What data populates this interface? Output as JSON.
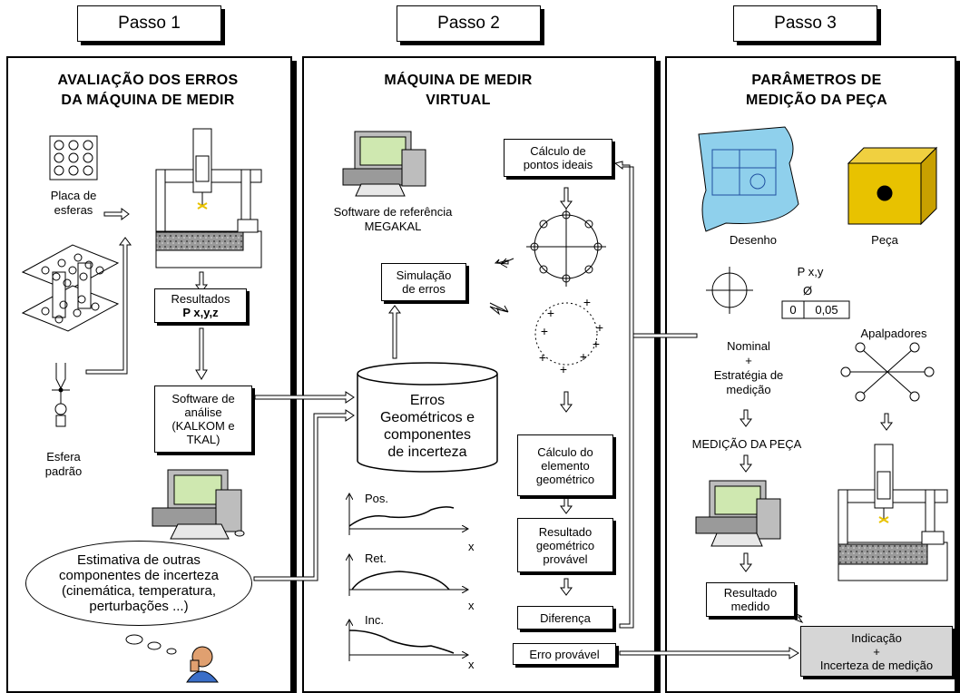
{
  "steps": [
    "Passo 1",
    "Passo 2",
    "Passo 3"
  ],
  "panel1": {
    "title_line1": "AVALIAÇÃO DOS ERROS",
    "title_line2": "DA MÁQUINA DE MEDIR",
    "placa_label": "Placa de\nesferas",
    "esfera_label": "Esfera\npadrão",
    "resultados_line1": "Resultados",
    "resultados_line2": "P  x,y,z",
    "software_label": "Software de\nanálise\n(KALKOM e\nTKAL)",
    "estimativa_label": "Estimativa de outras\ncomponentes de incerteza\n(cinemática, temperatura,\nperturbações ...)"
  },
  "panel2": {
    "title_line1": "MÁQUINA DE MEDIR",
    "title_line2": "VIRTUAL",
    "software_ref": "Software de referência\nMEGAKAL",
    "calc_pontos": "Cálculo de\npontos ideais",
    "simulacao": "Simulação\nde erros",
    "erros": "Erros\nGeométricos e\ncomponentes\nde incerteza",
    "calc_elemento": "Cálculo do\nelemento\ngeométrico",
    "resultado_geom": "Resultado\ngeométrico\nprovável",
    "diferenca": "Diferença",
    "erro_provavel": "Erro provável",
    "graph_labels": [
      "Pos.",
      "Ret.",
      "Inc."
    ],
    "axis_x": "x"
  },
  "panel3": {
    "title_line1": "PARÂMETROS DE",
    "title_line2": "MEDIÇÃO DA PEÇA",
    "desenho": "Desenho",
    "peca": "Peça",
    "pxy": "P x,y",
    "diam_symbol": "Ø",
    "tol_0": "0",
    "tol_val": "0,05",
    "nominal": "Nominal\n+\nEstratégia de\nmedição",
    "apalpadores": "Apalpadores",
    "medicao": "MEDIÇÃO DA PEÇA",
    "resultado_medido": "Resultado\nmedido",
    "indicacao": "Indicação\n+\nIncerteza de medição"
  },
  "colors": {
    "accent_yellow": "#e8c200",
    "screen_green": "#cfe8b0",
    "indicacao_bg": "#d6d6d6"
  }
}
